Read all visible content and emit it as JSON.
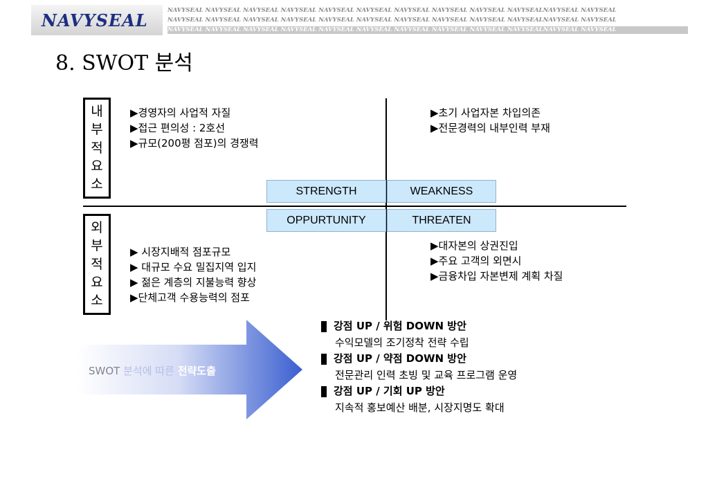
{
  "header": {
    "logo": "NAVYSEAL",
    "band_rows": [
      "NAVYSEAL NAVYSEAL NAVYSEAL NAVYSEAL NAVYSEAL NAVYSEAL NAVYSEAL NAVYSEAL NAVYSEAL NAVYSEALNAVYSEAL NAVYSEAL",
      "NAVYSEAL NAVYSEAL NAVYSEAL NAVYSEAL NAVYSEAL NAVYSEAL NAVYSEAL NAVYSEAL NAVYSEAL NAVYSEALNAVYSEAL NAVYSEAL",
      "NAVYSEAL NAVYSEAL NAVYSEAL NAVYSEAL NAVYSEAL NAVYSEAL NAVYSEAL NAVYSEAL NAVYSEAL NAVYSEALNAVYSEAL NAVYSEAL"
    ]
  },
  "title": "8. SWOT 분석",
  "internal_label": [
    "내",
    "부",
    "적",
    "요",
    "소"
  ],
  "external_label": [
    "외",
    "부",
    "적",
    "요",
    "소"
  ],
  "strengths": [
    "▶경영자의 사업적 자질",
    "▶접근 편의성 : 2호선",
    "▶규모(200평 점포)의 경쟁력"
  ],
  "weaknesses": [
    "▶초기 사업자본 차입의존",
    "▶전문경력의 내부인력 부재"
  ],
  "opportunities": [
    "▶ 시장지배적 점포규모",
    "▶ 대규모 수요 밀집지역 입지",
    "▶ 젊은 계층의 지불능력 향상",
    "▶단체고객 수용능력의 점포"
  ],
  "threats": [
    "▶대자본의 상권진입",
    "▶주요 고객의 외면시",
    "▶금융차입 자본변제 계획 차질"
  ],
  "grid": {
    "strength": "STRENGTH",
    "weakness": "WEAKNESS",
    "opportunity": "OPPURTUNITY",
    "threat": "THREATEN"
  },
  "arrow": {
    "part1": "SWOT",
    "part2": "분석에",
    "part3": "따른",
    "part4": "전략도출"
  },
  "strategies": [
    {
      "heading": "강점 UP / 위험 DOWN 방안",
      "body": "수익모델의 조기정착 전략 수립"
    },
    {
      "heading": "강점 UP / 약점 DOWN 방안",
      "body": "전문관리 인력 초빙 및 교육 프로그램 운영"
    },
    {
      "heading": "강점 UP / 기회 UP 방안",
      "body": "지속적 홍보예산 배분, 시장지명도 확대"
    }
  ],
  "colors": {
    "logo": "#1e2f80",
    "cell_fill": "#cce8fb",
    "arrow_start": "#ffffff",
    "arrow_end": "#3a5fd0"
  }
}
